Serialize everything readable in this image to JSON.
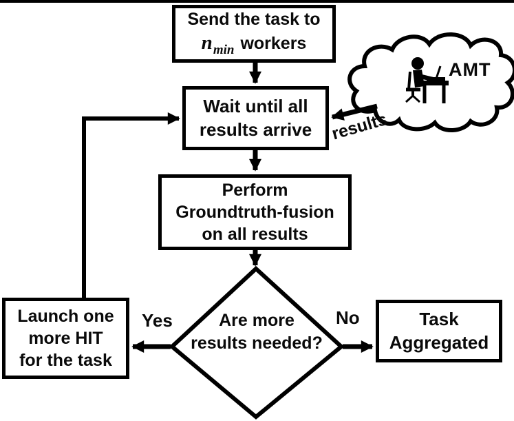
{
  "palette": {
    "ink": "#000000",
    "paper": "#ffffff"
  },
  "flowchart": {
    "nodes": {
      "send": {
        "line1": "Send the task to",
        "variable": "n",
        "variable_subscript": "min",
        "line2_suffix": "workers"
      },
      "wait": {
        "line1": "Wait until all",
        "line2": "results arrive"
      },
      "fusion": {
        "line1": "Perform",
        "line2": "Groundtruth-fusion",
        "line3": "on all results"
      },
      "decision": {
        "line1": "Are more",
        "line2": "results needed?"
      },
      "launch": {
        "line1": "Launch one",
        "line2": "more HIT",
        "line3": "for the task"
      },
      "aggregated": {
        "line1": "Task",
        "line2": "Aggregated"
      }
    },
    "edge_labels": {
      "yes": "Yes",
      "no": "No",
      "results": "results"
    },
    "cloud": {
      "label": "AMT"
    }
  }
}
